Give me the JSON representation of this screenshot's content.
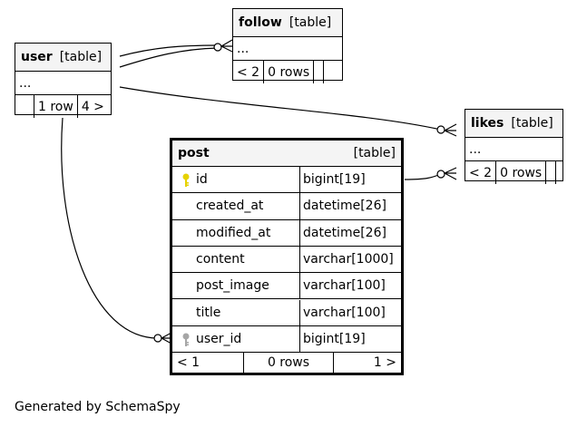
{
  "tables": {
    "user": {
      "name": "user",
      "kind": "[table]",
      "ellipsis": "...",
      "foot": [
        "",
        "1 row",
        "4 >"
      ]
    },
    "follow": {
      "name": "follow",
      "kind": "[table]",
      "ellipsis": "...",
      "foot": [
        "< 2",
        "0 rows",
        ""
      ]
    },
    "likes": {
      "name": "likes",
      "kind": "[table]",
      "ellipsis": "...",
      "foot": [
        "< 2",
        "0 rows",
        ""
      ]
    },
    "post": {
      "name": "post",
      "kind": "[table]",
      "columns": [
        {
          "name": "id",
          "type": "bigint[19]",
          "key": "primary"
        },
        {
          "name": "created_at",
          "type": "datetime[26]",
          "key": ""
        },
        {
          "name": "modified_at",
          "type": "datetime[26]",
          "key": ""
        },
        {
          "name": "content",
          "type": "varchar[1000]",
          "key": ""
        },
        {
          "name": "post_image",
          "type": "varchar[100]",
          "key": ""
        },
        {
          "name": "title",
          "type": "varchar[100]",
          "key": ""
        },
        {
          "name": "user_id",
          "type": "bigint[19]",
          "key": "foreign"
        }
      ],
      "foot": [
        "< 1",
        "0 rows",
        "1 >"
      ]
    }
  },
  "colors": {
    "primary_key": "#e6d200",
    "foreign_key": "#a6a6a6",
    "header_bg": "#f4f4f4"
  },
  "footer": "Generated by SchemaSpy"
}
